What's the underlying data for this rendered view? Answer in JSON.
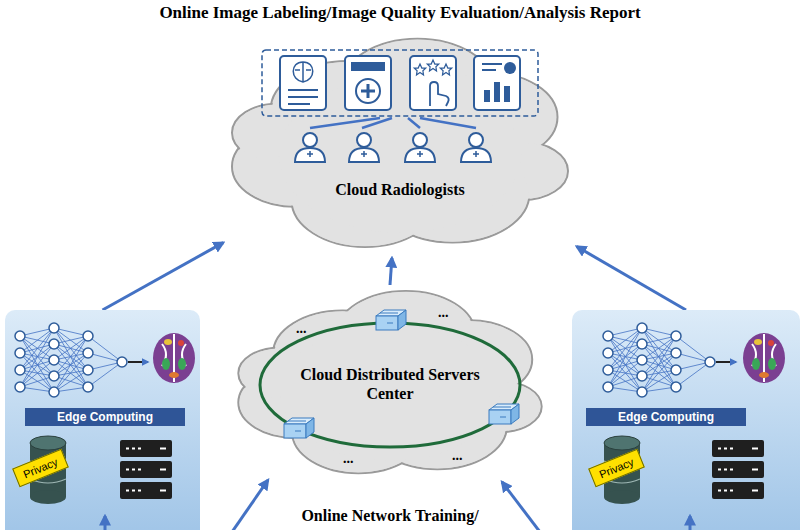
{
  "diagram": {
    "title": "Online Image Labeling/Image Quality Evaluation/Analysis Report",
    "nodes": [
      {
        "text": [
          "Cloud Radiologists"
        ]
      },
      {
        "text": [
          "Edge Computing"
        ]
      },
      {
        "text": [
          "Privacy"
        ],
        "in": 1
      },
      {
        "text": [
          "Cloud Distributed Servers Center"
        ]
      },
      {
        "text": [
          "Edge Computing"
        ]
      },
      {
        "text": [
          "Privacy"
        ],
        "in": 4
      }
    ],
    "edges": [
      {
        "from": 1,
        "to": 0,
        "arrow": "to"
      },
      {
        "from": 3,
        "to": 0,
        "arrow": "to"
      },
      {
        "from": 4,
        "to": 0,
        "arrow": "to"
      }
    ],
    "labels": [
      "...",
      "...",
      "...",
      "...",
      "Online Network Training/"
    ]
  }
}
